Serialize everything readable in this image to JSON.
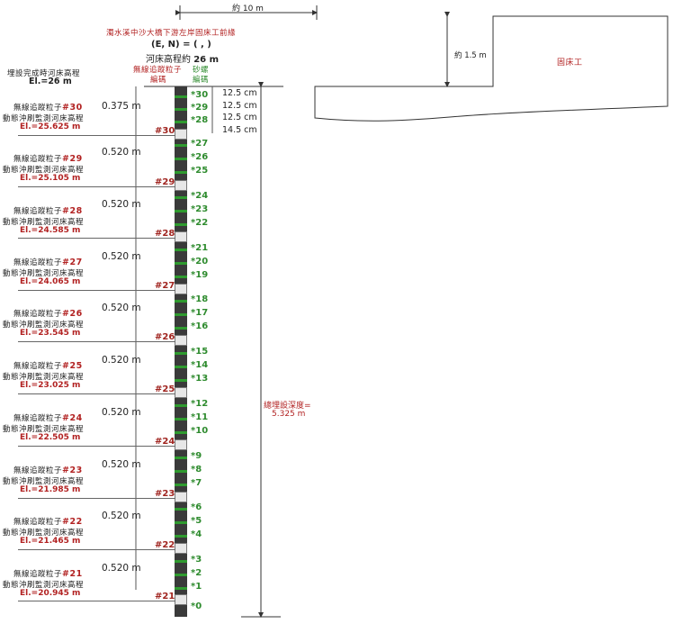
{
  "header": {
    "location": "濁水溪中沙大橋下游左岸固床工前緣",
    "coords": "(E, N) = ( , )",
    "bed_elevation_prefix": "河床高程約",
    "bed_elevation_value": "26 m"
  },
  "top_left": {
    "label": "埋設完成時河床高程",
    "value": "El.=26 m"
  },
  "column_headers": {
    "sensor_id": "無線追蹤粒子",
    "sensor_id_sub": "編碼",
    "gravel_id": "砂螺",
    "gravel_id_sub": "編碼"
  },
  "top_dim": {
    "label": "約 10 m"
  },
  "right_dim": {
    "label": "約 1.5 m"
  },
  "structure": {
    "label": "固床工"
  },
  "total_depth": {
    "label": "總埋設深度=",
    "value": "5.325 m"
  },
  "top_spacing": [
    "12.5 cm",
    "12.5 cm",
    "12.5 cm",
    "14.5 cm"
  ],
  "sensors": [
    {
      "id": "#30",
      "interval": "0.375 m",
      "line1": "無線追蹤粒子",
      "line2": "動態沖刷監測河床高程",
      "el": "El.=25.625 m"
    },
    {
      "id": "#29",
      "interval": "0.520 m",
      "line1": "無線追蹤粒子",
      "line2": "動態沖刷監測河床高程",
      "el": "El.=25.105 m"
    },
    {
      "id": "#28",
      "interval": "0.520 m",
      "line1": "無線追蹤粒子",
      "line2": "動態沖刷監測河床高程",
      "el": "El.=24.585 m"
    },
    {
      "id": "#27",
      "interval": "0.520 m",
      "line1": "無線追蹤粒子",
      "line2": "動態沖刷監測河床高程",
      "el": "El.=24.065 m"
    },
    {
      "id": "#26",
      "interval": "0.520 m",
      "line1": "無線追蹤粒子",
      "line2": "動態沖刷監測河床高程",
      "el": "El.=23.545 m"
    },
    {
      "id": "#25",
      "interval": "0.520 m",
      "line1": "無線追蹤粒子",
      "line2": "動態沖刷監測河床高程",
      "el": "El.=23.025 m"
    },
    {
      "id": "#24",
      "interval": "0.520 m",
      "line1": "無線追蹤粒子",
      "line2": "動態沖刷監測河床高程",
      "el": "El.=22.505 m"
    },
    {
      "id": "#23",
      "interval": "0.520 m",
      "line1": "無線追蹤粒子",
      "line2": "動態沖刷監測河床高程",
      "el": "El.=21.985 m"
    },
    {
      "id": "#22",
      "interval": "0.520 m",
      "line1": "無線追蹤粒子",
      "line2": "動態沖刷監測河床高程",
      "el": "El.=21.465 m"
    },
    {
      "id": "#21",
      "interval": "0.520 m",
      "line1": "無線追蹤粒子",
      "line2": "動態沖刷監測河床高程",
      "el": "El.=20.945 m"
    }
  ],
  "column_sensor_ids": [
    "#30",
    "#29",
    "#28",
    "#27",
    "#26",
    "#25",
    "#24",
    "#23",
    "#22",
    "#21"
  ],
  "gravel_ids": [
    "*30",
    "*29",
    "*28",
    "*27",
    "*26",
    "*25",
    "*24",
    "*23",
    "*22",
    "*21",
    "*20",
    "*19",
    "*18",
    "*17",
    "*16",
    "*15",
    "*14",
    "*13",
    "*12",
    "*11",
    "*10",
    "*9",
    "*8",
    "*7",
    "*6",
    "*5",
    "*4",
    "*3",
    "*2",
    "*1",
    "*0"
  ]
}
